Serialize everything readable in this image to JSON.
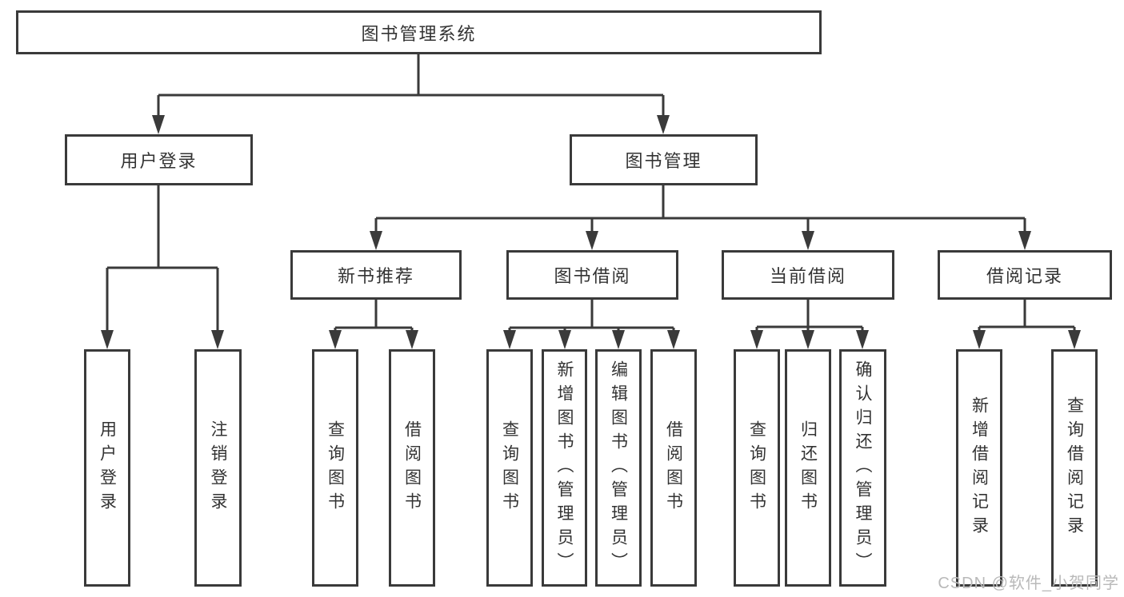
{
  "tree": {
    "root": {
      "label": "图书管理系统"
    },
    "level2": [
      {
        "label": "用户登录",
        "children": [
          {
            "label": "用户登录"
          },
          {
            "label": "注销登录"
          }
        ]
      },
      {
        "label": "图书管理",
        "children": [
          {
            "label": "新书推荐",
            "children": [
              {
                "label": "查询图书"
              },
              {
                "label": "借阅图书"
              }
            ]
          },
          {
            "label": "图书借阅",
            "children": [
              {
                "label": "查询图书"
              },
              {
                "label": "新增图书（管理员）"
              },
              {
                "label": "编辑图书（管理员）"
              },
              {
                "label": "借阅图书"
              }
            ]
          },
          {
            "label": "当前借阅",
            "children": [
              {
                "label": "查询图书"
              },
              {
                "label": "归还图书"
              },
              {
                "label": "确认归还（管理员）"
              }
            ]
          },
          {
            "label": "借阅记录",
            "children": [
              {
                "label": "新增借阅记录"
              },
              {
                "label": "查询借阅记录"
              }
            ]
          }
        ]
      }
    ]
  },
  "watermark": {
    "text": "CSDN @软件_小贺同学"
  },
  "colors": {
    "background": "#ffffff",
    "box_border": "#3a3a3a",
    "connector": "#3a3a3a",
    "text": "#333333",
    "watermark_text": "#b9b9b9"
  }
}
